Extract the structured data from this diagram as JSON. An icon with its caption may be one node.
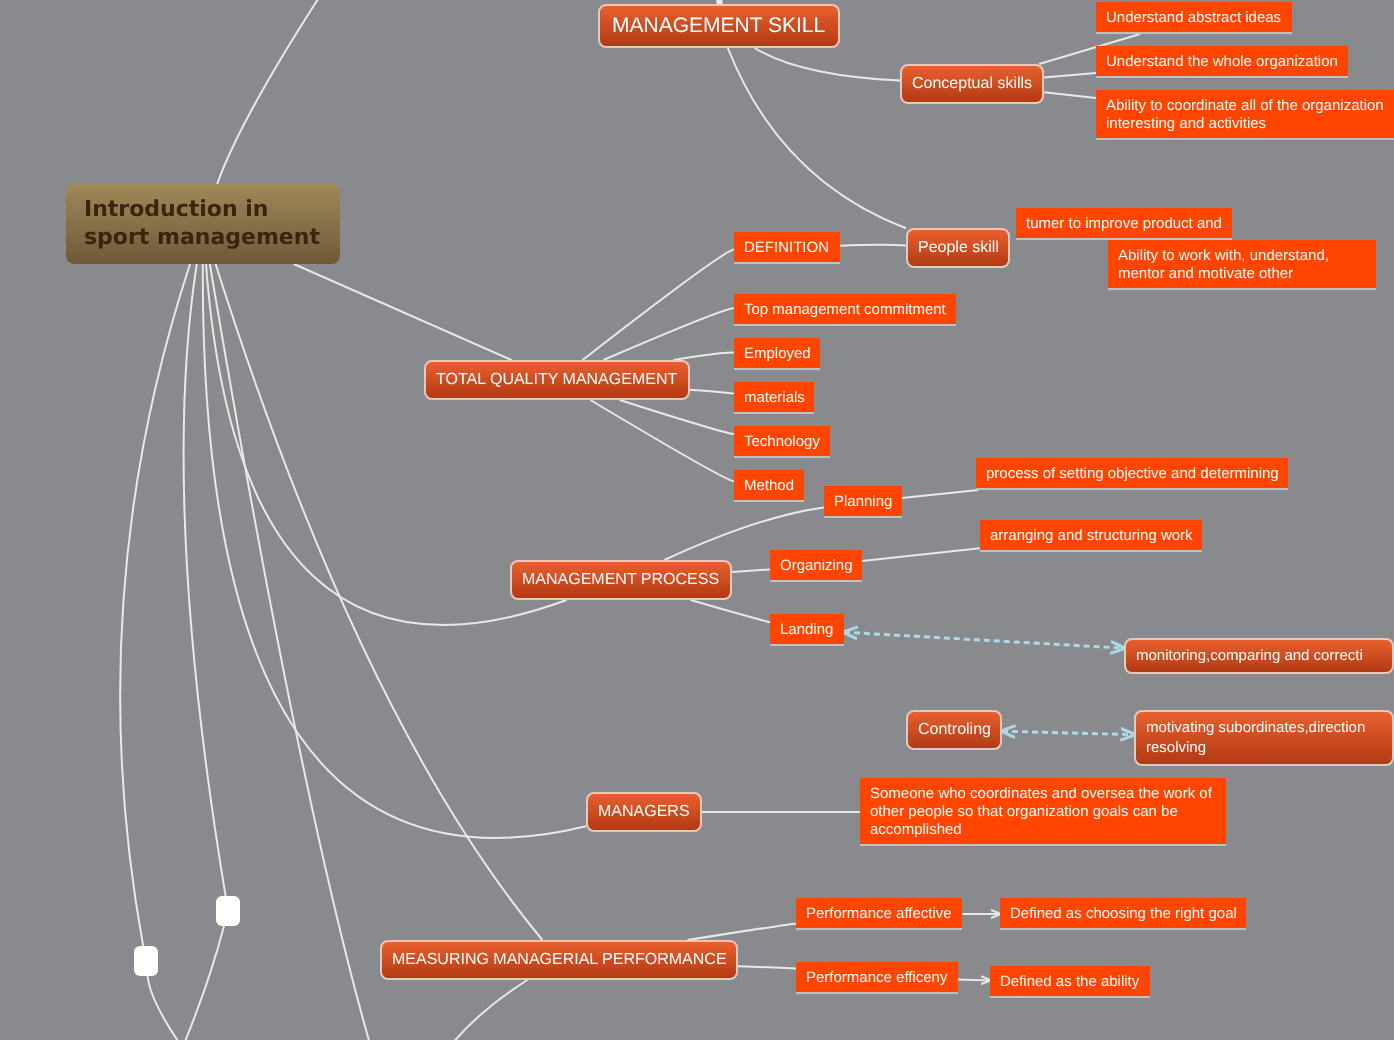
{
  "diagram": {
    "nodes": [
      {
        "text": [
          "Introduction in sport management"
        ]
      },
      {
        "text": [
          "MANAGEMENT SKILL"
        ]
      },
      {
        "text": [
          "Conceptual skills"
        ]
      },
      {
        "text": [
          "Understand abstract ideas"
        ]
      },
      {
        "text": [
          "Understand the whole organization"
        ]
      },
      {
        "text": [
          "Ability to coordinate all of the organization interesting and activities"
        ]
      },
      {
        "text": [
          "tumer to improve product and"
        ]
      },
      {
        "text": [
          "People skill"
        ]
      },
      {
        "text": [
          "Ability to work with, understand, mentor and motivate other"
        ]
      },
      {
        "text": [
          "TOTAL QUALITY MANAGEMENT"
        ]
      },
      {
        "text": [
          "DEFINITION"
        ]
      },
      {
        "text": [
          "Top management commitment"
        ]
      },
      {
        "text": [
          "Employed"
        ]
      },
      {
        "text": [
          "materials"
        ]
      },
      {
        "text": [
          "Technology"
        ]
      },
      {
        "text": [
          "Method"
        ]
      },
      {
        "text": [
          "MANAGEMENT PROCESS"
        ]
      },
      {
        "text": [
          "Planning"
        ]
      },
      {
        "text": [
          "process of setting objective and determining"
        ]
      },
      {
        "text": [
          "Organizing"
        ]
      },
      {
        "text": [
          "arranging and structuring work"
        ]
      },
      {
        "text": [
          "Landing"
        ]
      },
      {
        "text": [
          "monitoring,comparing and correcti"
        ]
      },
      {
        "text": [
          "Controling"
        ]
      },
      {
        "text": [
          "motivating subordinates,direction resolving"
        ]
      },
      {
        "text": [
          "MANAGERS"
        ]
      },
      {
        "text": [
          "Someone who coordinates and oversea the work of other people so that organization goals can be accomplished"
        ]
      },
      {
        "text": [
          "MEASURING MANAGERIAL PERFORMANCE"
        ]
      },
      {
        "text": [
          "Performance affective"
        ]
      },
      {
        "text": [
          "Defined as choosing the right goal"
        ]
      },
      {
        "text": [
          "Performance efficeny"
        ]
      },
      {
        "text": [
          "Defined as the ability"
        ]
      },
      {
        "text": [],
        "shape": "box"
      },
      {
        "text": [],
        "shape": "box"
      }
    ],
    "edges": [
      {
        "from": 0,
        "to": null,
        "arrow": "none"
      },
      {
        "from": null,
        "to": 1,
        "arrow": "none",
        "style": "thick"
      },
      {
        "from": 1,
        "to": 2,
        "arrow": "none"
      },
      {
        "from": 1,
        "to": 7,
        "arrow": "none"
      },
      {
        "from": 2,
        "to": 3,
        "arrow": "none"
      },
      {
        "from": 2,
        "to": 4,
        "arrow": "none"
      },
      {
        "from": 2,
        "to": 5,
        "arrow": "none"
      },
      {
        "from": 10,
        "to": 7,
        "arrow": "none"
      },
      {
        "from": 0,
        "to": 9,
        "arrow": "none"
      },
      {
        "from": 9,
        "to": 10,
        "arrow": "none"
      },
      {
        "from": 9,
        "to": 11,
        "arrow": "none"
      },
      {
        "from": 9,
        "to": 12,
        "arrow": "none"
      },
      {
        "from": 9,
        "to": 13,
        "arrow": "none"
      },
      {
        "from": 9,
        "to": 14,
        "arrow": "none"
      },
      {
        "from": 9,
        "to": 15,
        "arrow": "none"
      },
      {
        "from": 0,
        "to": 16,
        "arrow": "none"
      },
      {
        "from": 16,
        "to": 17,
        "arrow": "none"
      },
      {
        "from": 16,
        "to": 19,
        "arrow": "none"
      },
      {
        "from": 16,
        "to": 21,
        "arrow": "none"
      },
      {
        "from": 17,
        "to": 18,
        "arrow": "none"
      },
      {
        "from": 19,
        "to": 20,
        "arrow": "none"
      },
      {
        "from": 21,
        "to": 22,
        "arrow": "both",
        "style": "dashed",
        "color": "#add8e6"
      },
      {
        "from": 23,
        "to": 24,
        "arrow": "both",
        "style": "dashed",
        "color": "#add8e6"
      },
      {
        "from": 0,
        "to": 25,
        "arrow": "none"
      },
      {
        "from": 25,
        "to": 26,
        "arrow": "none"
      },
      {
        "from": 0,
        "to": 27,
        "arrow": "none"
      },
      {
        "from": 27,
        "to": 28,
        "arrow": "none"
      },
      {
        "from": 27,
        "to": 30,
        "arrow": "none"
      },
      {
        "from": 28,
        "to": 29,
        "arrow": "to"
      },
      {
        "from": 30,
        "to": 31,
        "arrow": "to"
      },
      {
        "from": 0,
        "to": 32,
        "arrow": "none"
      },
      {
        "from": 0,
        "to": 33,
        "arrow": "none"
      },
      {
        "from": 32,
        "to": null,
        "arrow": "none"
      },
      {
        "from": 33,
        "to": null,
        "arrow": "none"
      },
      {
        "from": 27,
        "to": null,
        "arrow": "none"
      },
      {
        "from": 0,
        "to": null,
        "arrow": "none"
      }
    ]
  }
}
